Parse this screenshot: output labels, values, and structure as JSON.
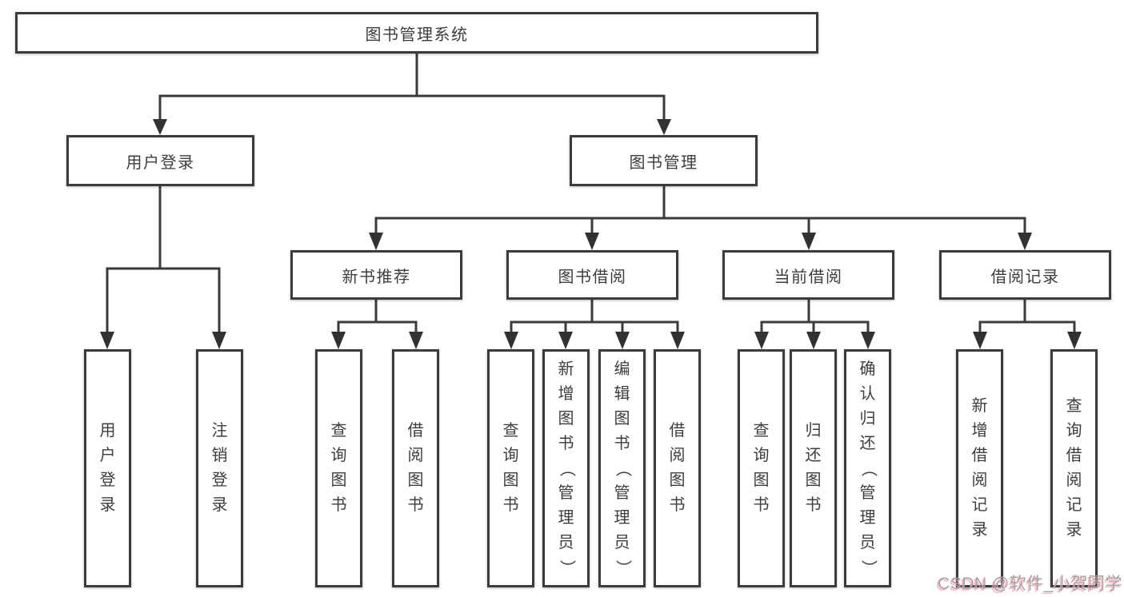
{
  "diagram": {
    "root": {
      "label": "图书管理系统"
    },
    "level1": {
      "user_login": {
        "label": "用户登录"
      },
      "book_mgmt": {
        "label": "图书管理"
      }
    },
    "level2": {
      "new_book_rec": {
        "label": "新书推荐"
      },
      "book_borrow": {
        "label": "图书借阅"
      },
      "current_borrow": {
        "label": "当前借阅"
      },
      "borrow_records": {
        "label": "借阅记录"
      }
    },
    "leaves": {
      "user_login": {
        "label": "用户登录"
      },
      "logout": {
        "label": "注销登录"
      },
      "nb_query": {
        "label": "查询图书"
      },
      "nb_borrow": {
        "label": "借阅图书"
      },
      "bb_query": {
        "label": "查询图书"
      },
      "bb_add": {
        "label": "新增图书（管理员）"
      },
      "bb_edit": {
        "label": "编辑图书（管理员）"
      },
      "bb_borrow": {
        "label": "借阅图书"
      },
      "cb_query": {
        "label": "查询图书"
      },
      "cb_return": {
        "label": "归还图书"
      },
      "cb_confirm": {
        "label": "确认归还（管理员）"
      },
      "br_add": {
        "label": "新增借阅记录"
      },
      "br_query": {
        "label": "查询借阅记录"
      }
    },
    "colors": {
      "line": "#3b3b3b",
      "box_background": "#ffffff",
      "text": "#3d3d3d",
      "watermark_text": "#a3a3a3",
      "watermark_accent": "#f89eae"
    },
    "watermark": "CSDN @软件_小贺同学"
  }
}
